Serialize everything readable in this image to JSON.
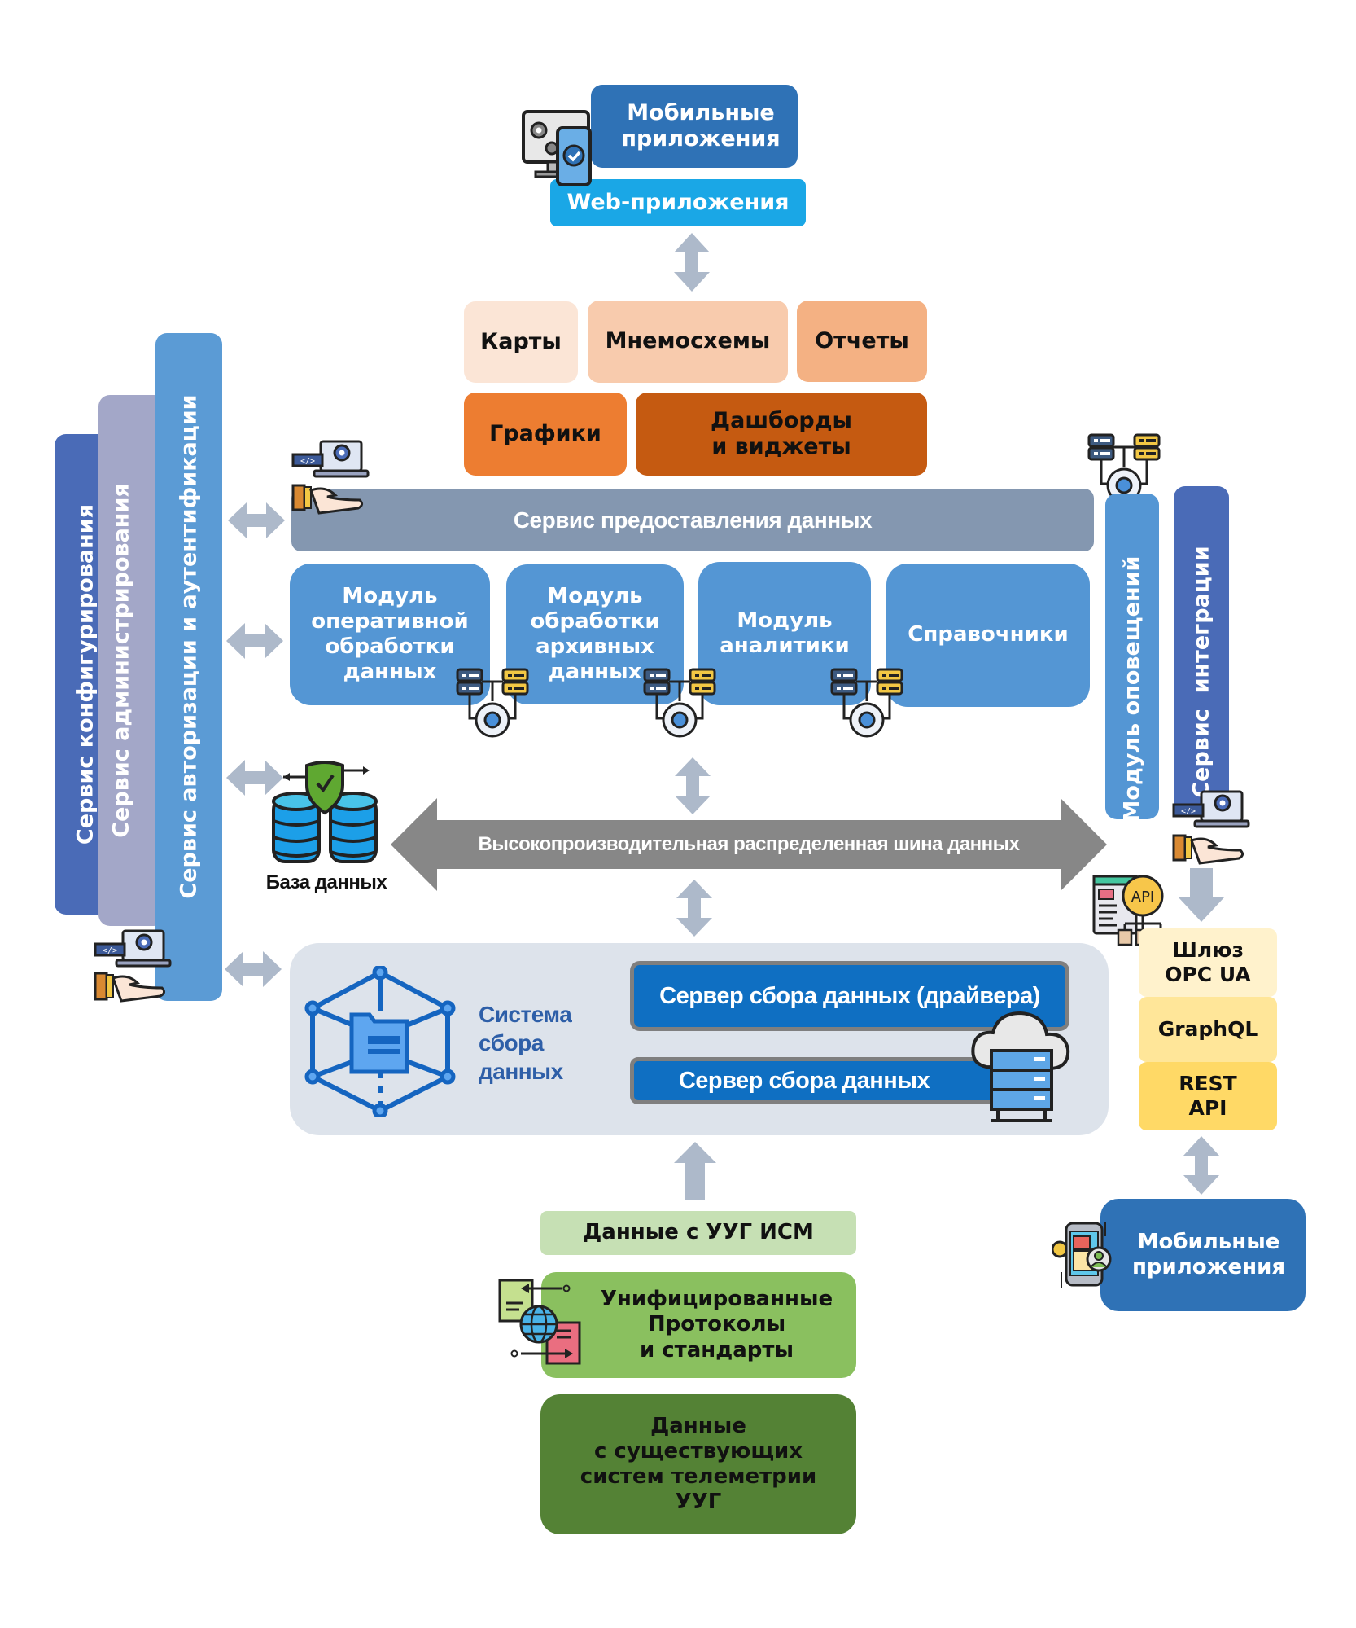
{
  "top": {
    "mobile_apps": "Мобильные\nприложения",
    "web_apps": "Web-приложения"
  },
  "visual_tiles": {
    "maps": "Карты",
    "mnemo": "Мнемосхемы",
    "reports": "Отчеты",
    "charts": "Графики",
    "dashboards": "Дашборды\nи виджеты"
  },
  "left_services": {
    "config": "Сервис конфигурирования",
    "admin": "Сервис администрирования",
    "auth": "Сервис авторизации и аутентификации"
  },
  "data_service": "Сервис предоставления данных",
  "modules": [
    "Модуль\nоперативной\nобработки\nданных",
    "Модуль\nобработки\nархивных\nданных",
    "Модуль\nаналитики",
    "Справочники"
  ],
  "right_services": {
    "notifications": "Модуль оповещений",
    "integration": "Сервис  интеграции"
  },
  "database": "База данных",
  "bus": "Высокопроизводительная распределенная шина данных",
  "collection": {
    "title": "Система\nсбора\nданных",
    "server_drivers": "Сервер сбора данных (драйвера)",
    "server": "Сервер сбора данных"
  },
  "gateway": {
    "opc": "Шлюз\nOPC UA",
    "graphql": "GraphQL",
    "rest": "REST\nAPI"
  },
  "mobile_bottom": "Мобильные\nприложения",
  "sources": {
    "uug_ism": "Данные с УУГ ИСМ",
    "protocols": "Унифицированные\nПротоколы\nи стандарты",
    "telemetry": "Данные\nс существующих\nсистем телеметрии\nУУГ"
  },
  "icons": {
    "api_badge": "API",
    "code_tag": "</>"
  },
  "colors": {
    "mobile_blue": "#2f72b6",
    "web_cyan": "#1aa7e6",
    "module_blue": "#5496d4",
    "service_gray": "#8497b0",
    "bus_gray": "#878787",
    "arrow_gray": "#adb9ca",
    "config_blue": "#4a6bb7",
    "admin_lavender": "#a3a7c8",
    "auth_blue": "#5b9bd5",
    "collection_bg": "#dde3eb",
    "server_blue": "#0f6fc2",
    "green_light": "#c6e0b4",
    "green_mid": "#8ac05f",
    "green_dark": "#548235"
  }
}
